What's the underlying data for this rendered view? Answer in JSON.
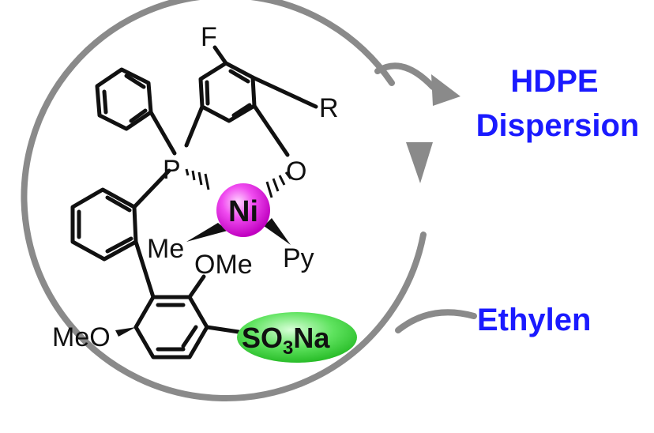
{
  "labels": {
    "product_line1": "HDPE",
    "product_line2": "Dispersion",
    "monomer": "Ethylen"
  },
  "atoms": {
    "fluorine": "F",
    "r_group": "R",
    "phosphorus": "P",
    "oxygen": "O",
    "nickel": "Ni",
    "methyl": "Me",
    "pyridine": "Py",
    "methoxy_top": "OMe",
    "methoxy_left": "MeO",
    "sulfonate_main": "SO",
    "sulfonate_sub": "3",
    "sulfonate_end": "Na"
  },
  "colors": {
    "label_blue": "#1a1aff",
    "cycle_gray": "#8a8a8a",
    "nickel_magenta": "#e21be2",
    "sulfonate_green": "#3ad63a",
    "bond_black": "#111111"
  }
}
